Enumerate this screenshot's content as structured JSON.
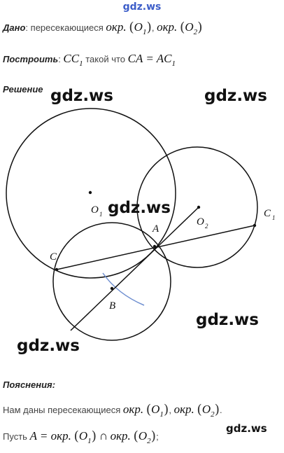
{
  "watermark": {
    "top": "gdz.ws",
    "marks": [
      "gdz.ws",
      "gdz.ws",
      "gdz.ws",
      "gdz.ws",
      "gdz.ws",
      "gdz.ws"
    ]
  },
  "given": {
    "label": "Дано",
    "text": "пересекающиеся",
    "okr": "окр.",
    "o1": "O",
    "o1_sub": "1",
    "o2": "O",
    "o2_sub": "2"
  },
  "construct": {
    "label": "Построить",
    "cc": "CC",
    "cc_sub": "1",
    "text": "такой  что",
    "eq": "CA = AC",
    "eq_sub": "1"
  },
  "solution": {
    "label": "Решение"
  },
  "figure": {
    "points": {
      "O1": "O",
      "O1_sub": "1",
      "O2": "O",
      "O2_sub": "2",
      "A": "A",
      "B": "B",
      "C": "C",
      "C1": "C",
      "C1_sub": "1"
    },
    "colors": {
      "stroke": "#111111",
      "arc": "#6f8fd0"
    }
  },
  "explanation": {
    "label": "Пояснения:",
    "line1_text": "Нам даны пересекающиеся",
    "line2_text": "Пусть",
    "a_eq": "A = ",
    "cap": "∩",
    "semicolon": ";"
  }
}
